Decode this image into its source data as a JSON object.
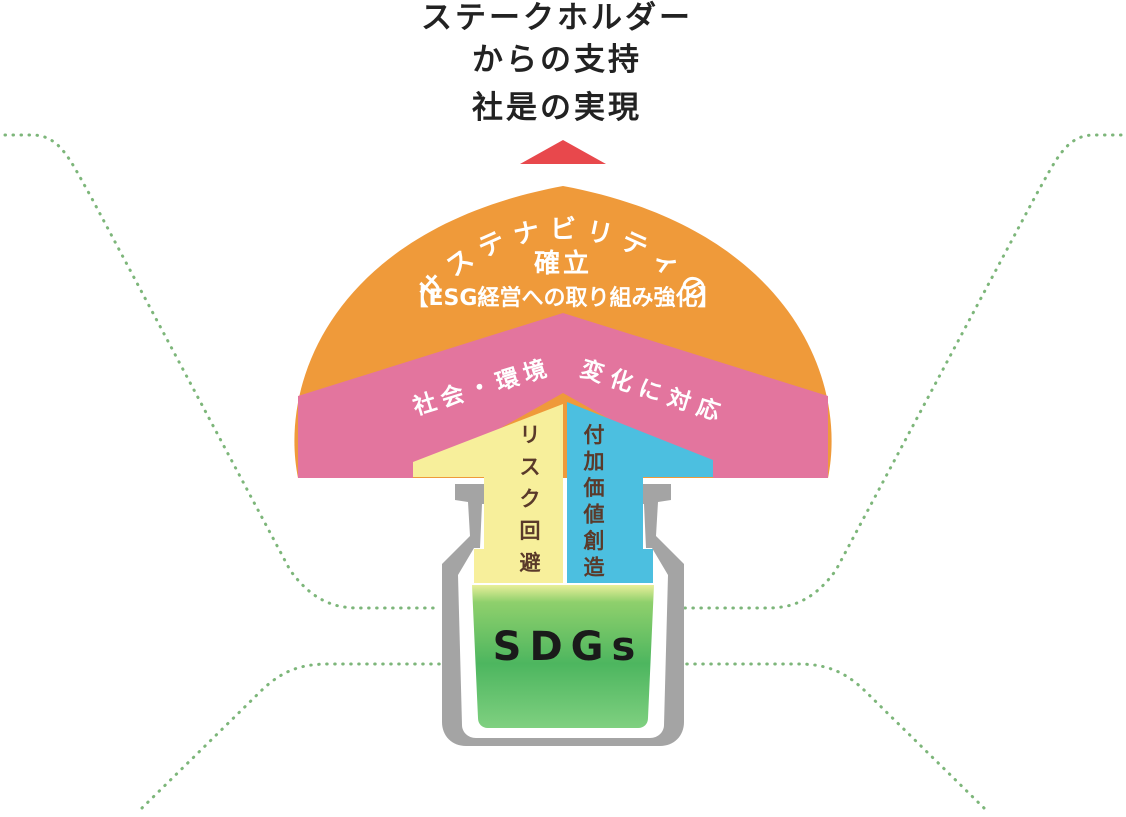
{
  "top_labels": {
    "stakeholder_line1": "ステークホルダー",
    "stakeholder_line2": "からの支持",
    "philosophy": "社是の実現"
  },
  "cap": {
    "sustainability_chars": [
      "サ",
      "ス",
      "テ",
      "ナ",
      "ビ",
      "リ",
      "テ",
      "ィ",
      "の"
    ],
    "establish": "確立",
    "esg": "【ESG経営への取り組み強化】"
  },
  "band": {
    "left_chars": [
      "社",
      "会",
      "・",
      "環",
      "境"
    ],
    "right_chars": [
      "変",
      "化",
      "に",
      "対",
      "応"
    ]
  },
  "stem": {
    "risk_chars": [
      "リ",
      "ス",
      "ク",
      "回",
      "避"
    ],
    "value_chars": [
      "付",
      "加",
      "価",
      "値",
      "創",
      "造"
    ]
  },
  "base": {
    "sdgs": "SDGs"
  },
  "colors": {
    "orange": "#ef9a3a",
    "pink": "#e3759e",
    "yellow": "#f7ef9b",
    "blue": "#4cbfe0",
    "green": "#4ab862",
    "gray": "#a4a4a4",
    "arrow_red": "#e8484c",
    "dotted": "#7db67a"
  }
}
